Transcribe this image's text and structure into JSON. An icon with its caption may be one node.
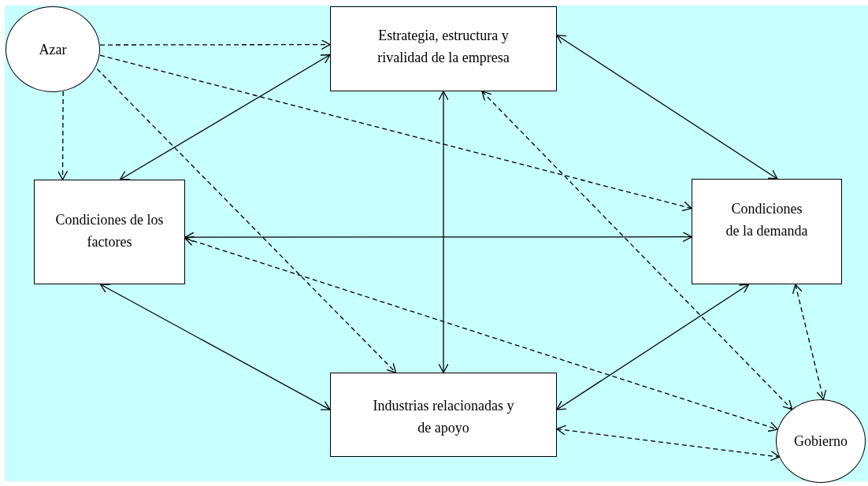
{
  "diagram": {
    "nodes": [
      {
        "text": [
          "Azar"
        ]
      },
      {
        "text": [
          "Estrategia, estructura y rivalidad de la empresa"
        ]
      },
      {
        "text": [
          "Condiciones de los factores"
        ]
      },
      {
        "text": [
          "Condiciones de la demanda"
        ]
      },
      {
        "text": [
          "Industrias relacionadas y de apoyo"
        ]
      },
      {
        "text": [
          "Gobierno"
        ]
      }
    ],
    "edges": [
      {
        "from": 0,
        "to": 1,
        "arrow": "to",
        "style": "dashed"
      },
      {
        "from": 0,
        "to": 2,
        "arrow": "to",
        "style": "dashed"
      },
      {
        "from": 0,
        "to": 3,
        "arrow": "to",
        "style": "dashed"
      },
      {
        "from": 0,
        "to": 4,
        "arrow": "to",
        "style": "dashed"
      },
      {
        "from": 1,
        "to": 2,
        "arrow": "both"
      },
      {
        "from": 1,
        "to": 3,
        "arrow": "both"
      },
      {
        "from": 1,
        "to": 4,
        "arrow": "both"
      },
      {
        "from": 2,
        "to": 3,
        "arrow": "both"
      },
      {
        "from": 2,
        "to": 4,
        "arrow": "both"
      },
      {
        "from": 3,
        "to": 4,
        "arrow": "both"
      },
      {
        "from": 1,
        "to": 5,
        "arrow": "both",
        "style": "dashed"
      },
      {
        "from": 2,
        "to": 5,
        "arrow": "both",
        "style": "dashed"
      },
      {
        "from": 3,
        "to": 5,
        "arrow": "both",
        "style": "dashed"
      },
      {
        "from": 4,
        "to": 5,
        "arrow": "both",
        "style": "dashed"
      }
    ]
  }
}
